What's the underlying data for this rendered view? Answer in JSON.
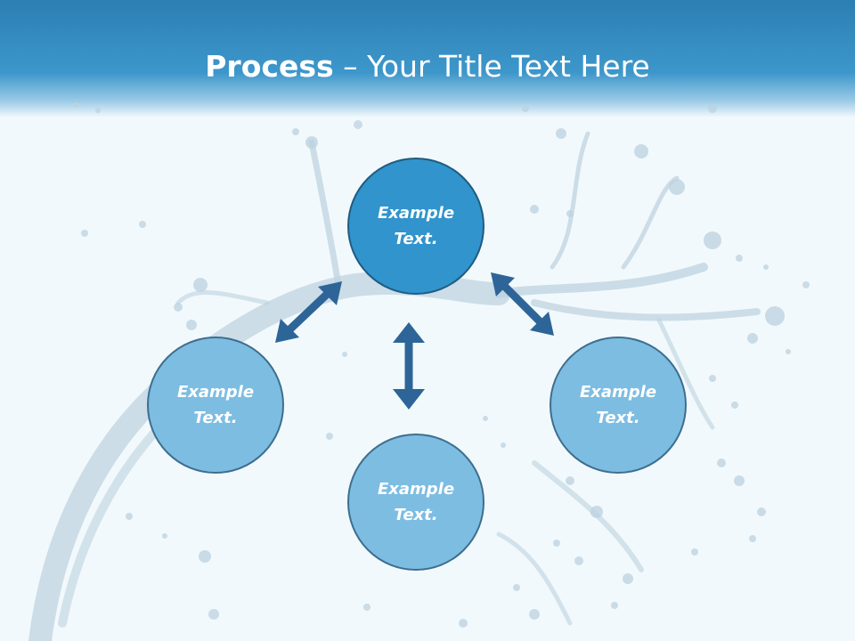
{
  "slide": {
    "title_bold": "Process",
    "title_rest": " – Your Title Text Here"
  },
  "nodes": [
    {
      "id": "top",
      "line1": "Example",
      "line2": "Text."
    },
    {
      "id": "left",
      "line1": "Example",
      "line2": "Text."
    },
    {
      "id": "bottom",
      "line1": "Example",
      "line2": "Text."
    },
    {
      "id": "right",
      "line1": "Example",
      "line2": "Text."
    }
  ],
  "colors": {
    "header": "#3d97cb",
    "node_light": "#7dbde2",
    "node_dark": "#3194cc",
    "arrow": "#2e6598",
    "splash": "#bcd2e0"
  }
}
